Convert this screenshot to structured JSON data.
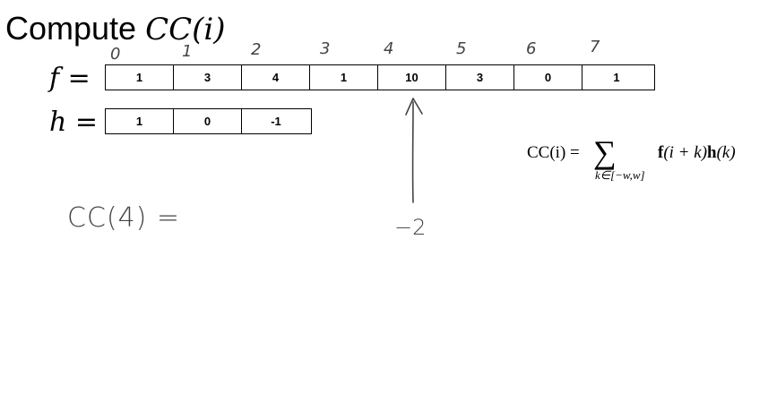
{
  "title": {
    "text": "Compute ",
    "math": "CC(i)"
  },
  "f_array": {
    "label_var": "f",
    "label_eq": "=",
    "cells": [
      "1",
      "3",
      "4",
      "1",
      "10",
      "3",
      "0",
      "1"
    ],
    "indices": [
      "0",
      "1",
      "2",
      "3",
      "4",
      "5",
      "6",
      "7"
    ]
  },
  "h_array": {
    "label_var": "h",
    "label_eq": "=",
    "cells": [
      "1",
      "0",
      "-1"
    ]
  },
  "formula": {
    "lhs": "CC(i) =",
    "sigma": "∑",
    "subscript": "k∈[−w,w]",
    "rhs_f": "f",
    "rhs_mid": "(i + k)",
    "rhs_h": "h",
    "rhs_end": "(k)"
  },
  "handwriting": {
    "question": "CC(4) =",
    "arrow_value": "−2"
  }
}
